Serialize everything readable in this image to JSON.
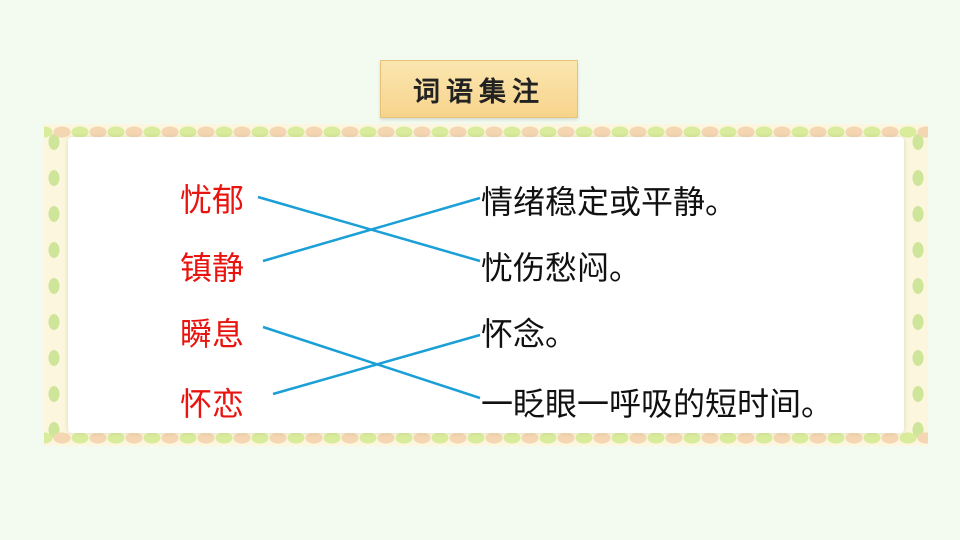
{
  "title": "词语集注",
  "terms": [
    "忧郁",
    "镇静",
    "瞬息",
    "怀恋"
  ],
  "definitions": [
    "情绪稳定或平静。",
    "忧伤愁闷。",
    "怀念。",
    "一眨眼一呼吸的短时间。"
  ],
  "matches": [
    {
      "term": 0,
      "definition": 1
    },
    {
      "term": 1,
      "definition": 0
    },
    {
      "term": 2,
      "definition": 3
    },
    {
      "term": 3,
      "definition": 2
    }
  ],
  "colors": {
    "term": "#e8140f",
    "line": "#1a9fd6",
    "definition": "#111111"
  }
}
